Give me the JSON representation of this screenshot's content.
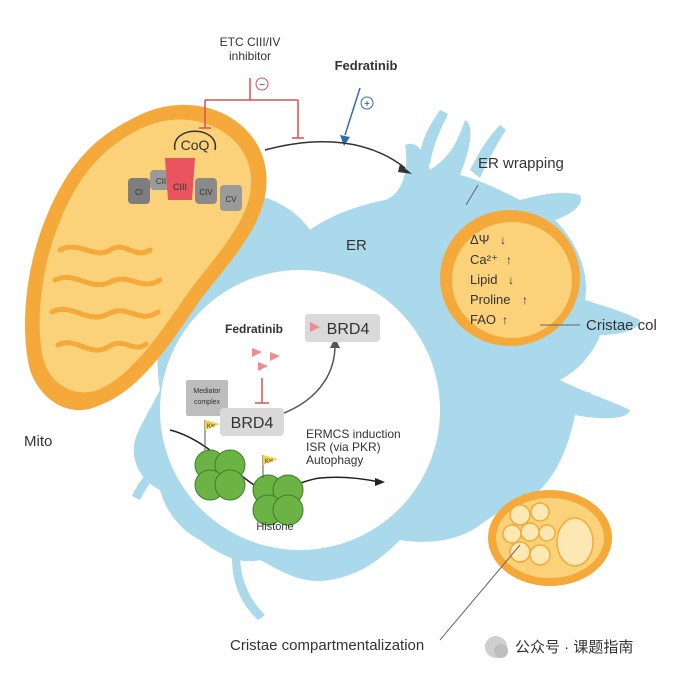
{
  "labels": {
    "etc_inhibitor_line1": "ETC CIII/IV",
    "etc_inhibitor_line2": "inhibitor",
    "minus_sign": "−",
    "plus_sign": "+",
    "fedratinib_top": "Fedratinib",
    "er_wrapping": "ER wrapping",
    "er": "ER",
    "mito": "Mito",
    "cristae_col": "Cristae col",
    "cristae_compartmentalization": "Cristae compartmentalization",
    "coq": "CoQ",
    "complexes": [
      "CI",
      "CII",
      "CIII",
      "CIV",
      "CV"
    ],
    "right_mito_list": [
      "ΔΨ",
      "Ca²⁺",
      "Lipid",
      "Proline",
      "FAO"
    ],
    "right_mito_arrows": [
      "↓",
      "↑",
      "↓",
      "↑",
      "↑"
    ],
    "fedratinib_nucleus": "Fedratinib",
    "brd4_top": "BRD4",
    "brd4_bottom": "BRD4",
    "mediator_line1": "Mediator",
    "mediator_line2": "complex",
    "kac": "Kᵃᶜ",
    "outcomes": [
      "ERMCS induction",
      "ISR (via PKR)",
      "Autophagy"
    ],
    "histone": "Histone",
    "watermark": "公众号 · 课题指南"
  },
  "colors": {
    "er_blue": "#a9d9ea",
    "mito_orange": "#f5a93b",
    "mito_inner": "#fbd27a",
    "inhibitor_red": "#d9534f",
    "activator_blue": "#2f6db3",
    "histone_green": "#6ab344",
    "text_blue": "#2b5d9c"
  }
}
